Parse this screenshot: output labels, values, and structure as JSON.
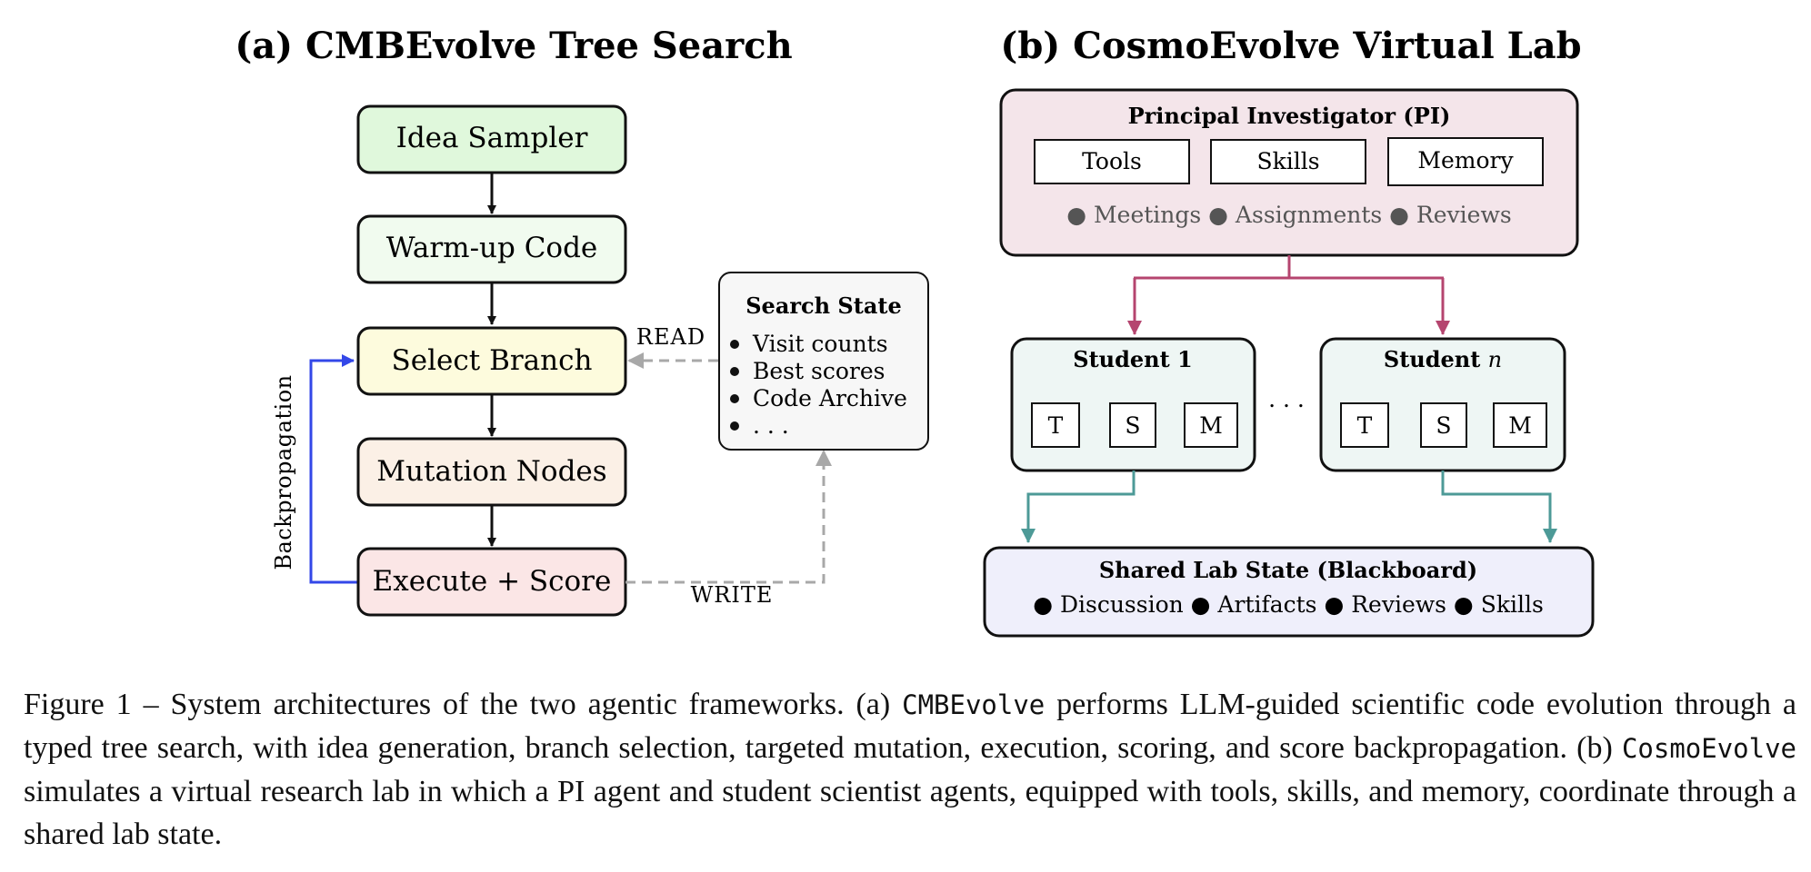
{
  "panel_a": {
    "title": "(a) CMBEvolve Tree Search",
    "nodes": {
      "idea_sampler": "Idea Sampler",
      "warmup_code": "Warm-up Code",
      "select_branch": "Select Branch",
      "mutation_nodes": "Mutation Nodes",
      "execute_score": "Execute + Score"
    },
    "search_state": {
      "title": "Search State",
      "items": [
        "Visit counts",
        "Best scores",
        "Code Archive",
        ". . ."
      ]
    },
    "labels": {
      "read": "READ",
      "write": "WRITE",
      "backprop": "Backpropagation"
    }
  },
  "panel_b": {
    "title": "(b) CosmoEvolve Virtual Lab",
    "pi": {
      "title": "Principal Investigator (PI)",
      "tools": [
        "Tools",
        "Skills",
        "Memory"
      ],
      "activities": "● Meetings ● Assignments ● Reviews"
    },
    "student1": {
      "title": "Student 1",
      "tools": [
        "T",
        "S",
        "M"
      ]
    },
    "studentn": {
      "title_prefix": "Student ",
      "title_var": "n",
      "tools": [
        "T",
        "S",
        "M"
      ]
    },
    "dots": ". . .",
    "shared": {
      "title": "Shared Lab State (Blackboard)",
      "items": "● Discussion ● Artifacts ● Reviews ● Skills"
    }
  },
  "caption": {
    "p1": "Figure 1 – System architectures of the two agentic frameworks. (a) ",
    "m1": "CMBEvolve",
    "p2": " performs LLM-guided scientific code evolution through a typed tree search, with idea generation, branch selection, targeted mutation, execution, scoring, and score backpropagation. (b) ",
    "m2": "CosmoEvolve",
    "p3": " simulates a virtual research lab in which a PI agent and student scientist agents, equipped with tools, skills, and memory, coordinate through a shared lab state."
  },
  "colors": {
    "idea_fill": "#e0f8dc",
    "warmup_fill": "#f1fbef",
    "select_fill": "#fdfbdd",
    "mutation_fill": "#fbf0e6",
    "execute_fill": "#fbe6e6",
    "state_fill": "#f7f7f7",
    "pi_fill": "#f4e5ea",
    "student_fill": "#eef6f4",
    "shared_fill": "#efeffb",
    "backprop": "#3347e8",
    "pi_arrow": "#b5456f",
    "student_arrow": "#4d9a97",
    "dashed": "#a8a8a8"
  }
}
